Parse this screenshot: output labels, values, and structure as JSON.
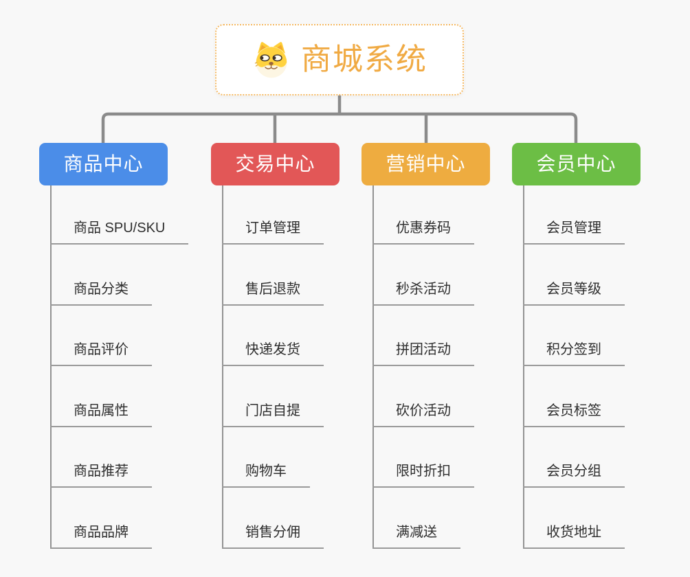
{
  "root": {
    "label": "商城系统",
    "icon": "dog-face-icon",
    "title_color": "#f0aa43",
    "border_color": "#f5b963"
  },
  "branches": [
    {
      "label": "商品中心",
      "color": "#4b8de8",
      "items": [
        "商品 SPU/SKU",
        "商品分类",
        "商品评价",
        "商品属性",
        "商品推荐",
        "商品品牌"
      ]
    },
    {
      "label": "交易中心",
      "color": "#e25757",
      "items": [
        "订单管理",
        "售后退款",
        "快递发货",
        "门店自提",
        "购物车",
        "销售分佣"
      ]
    },
    {
      "label": "营销中心",
      "color": "#eeac40",
      "items": [
        "优惠券码",
        "秒杀活动",
        "拼团活动",
        "砍价活动",
        "限时折扣",
        "满减送"
      ]
    },
    {
      "label": "会员中心",
      "color": "#6cbe45",
      "items": [
        "会员管理",
        "会员等级",
        "积分签到",
        "会员标签",
        "会员分组",
        "收货地址"
      ]
    }
  ],
  "connector_color": "#8b8b8b",
  "line_color": "#999999"
}
